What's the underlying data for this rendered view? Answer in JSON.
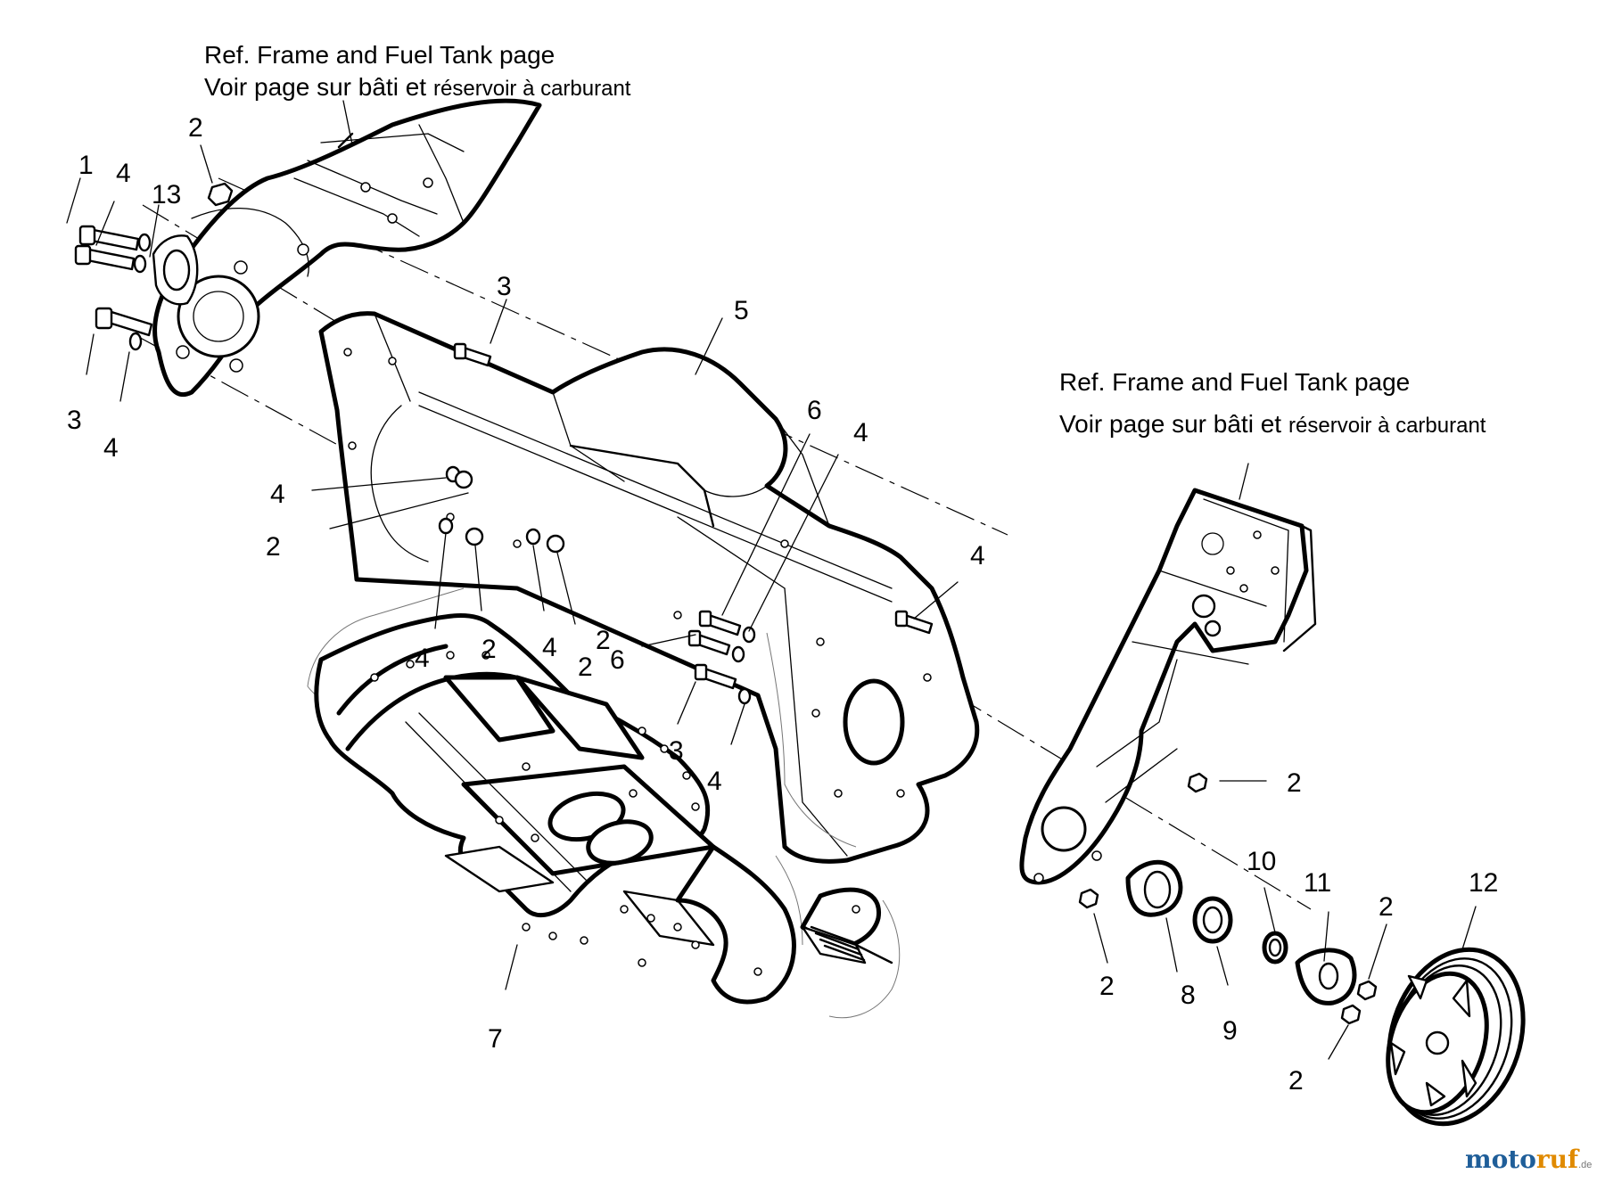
{
  "references": [
    {
      "line1": "Ref. Frame and Fuel Tank page",
      "line2a": "Voir page sur bâti et",
      "line2b": "réservoir à carburant"
    },
    {
      "line1": "Ref. Frame and Fuel Tank page",
      "line2a": "Voir page sur bâti et",
      "line2b": "réservoir à carburant"
    }
  ],
  "callouts": [
    "2",
    "1",
    "4",
    "13",
    "3",
    "3",
    "4",
    "5",
    "4",
    "2",
    "6",
    "4",
    "4",
    "2",
    "4",
    "2",
    "4",
    "2",
    "6",
    "3",
    "4",
    "2",
    "10",
    "11",
    "12",
    "2",
    "2",
    "8",
    "9",
    "2",
    "7"
  ],
  "watermark": {
    "part1": "moto",
    "part2": "ruf",
    "suffix": ".de"
  }
}
